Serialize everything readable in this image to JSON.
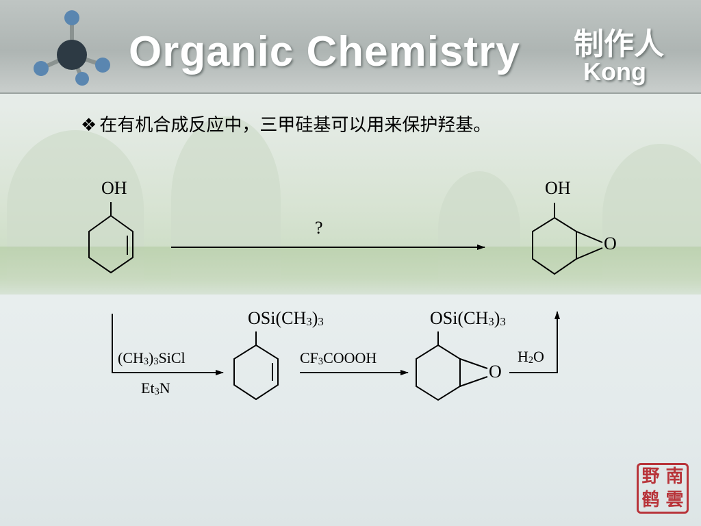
{
  "banner": {
    "title": "Organic Chemistry",
    "maker_label": "制作人",
    "author": "Kong"
  },
  "intro": {
    "bullet": "❖",
    "text": "在有机合成反应中，三甲硅基可以用来保护羟基。"
  },
  "scheme": {
    "start_substituent": "OH",
    "question": "?",
    "product_substituent": "OH",
    "product_ring_o": "O",
    "step1_reagent": {
      "main": "(CH",
      "s1": "3",
      "mid": ")",
      "s2": "3",
      "tail": "SiCl"
    },
    "step1_base": {
      "main": "Et",
      "s1": "3",
      "tail": "N"
    },
    "silyl_ether": {
      "main": "OSi(CH",
      "s1": "3",
      "mid": ")",
      "s2": "3"
    },
    "step2_reagent": {
      "main": "CF",
      "s1": "3",
      "tail": "COOOH"
    },
    "silyl_epoxide": {
      "main": "OSi(CH",
      "s1": "3",
      "mid": ")",
      "s2": "3"
    },
    "silyl_epoxide_ring_o": "O",
    "step3_reagent": {
      "main": "H",
      "s1": "2",
      "tail": "O"
    }
  },
  "seal": {
    "chars": [
      "野",
      "南",
      "鹤",
      "雲"
    ]
  },
  "colors": {
    "seal_red": "#b8343a",
    "banner_gray": "#b4bab8"
  }
}
